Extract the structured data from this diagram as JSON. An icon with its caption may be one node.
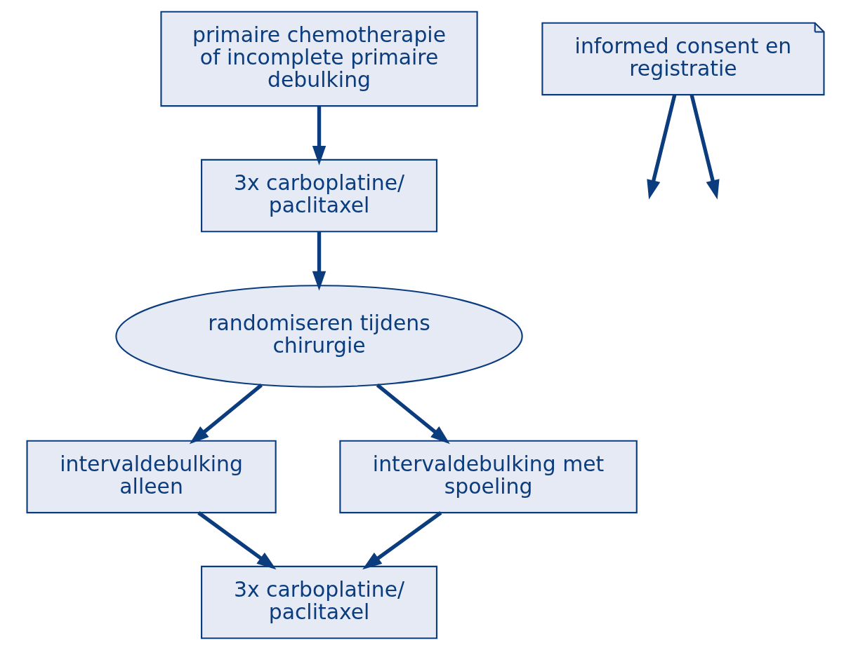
{
  "diagram": {
    "nodes": [
      {
        "text": [
          "primaire chemotherapie of incomplete primaire debulking"
        ]
      },
      {
        "text": [
          "informed consent en registratie"
        ]
      },
      {
        "text": [
          "3x carboplatine/ paclitaxel"
        ]
      },
      {
        "text": [
          "randomiseren tijdens chirurgie"
        ]
      },
      {
        "text": [
          "intervaldebulking alleen"
        ]
      },
      {
        "text": [
          "intervaldebulking met spoeling"
        ]
      },
      {
        "text": [
          "3x carboplatine/ paclitaxel"
        ]
      }
    ],
    "edges": [
      {
        "from": 0,
        "to": 2,
        "arrow": "to"
      },
      {
        "from": 1,
        "to": null,
        "arrow": "to"
      },
      {
        "from": 1,
        "to": null,
        "arrow": "to"
      },
      {
        "from": 2,
        "to": 3,
        "arrow": "to"
      },
      {
        "from": 3,
        "to": 4,
        "arrow": "to"
      },
      {
        "from": 3,
        "to": 5,
        "arrow": "to"
      },
      {
        "from": 4,
        "to": 6,
        "arrow": "to"
      },
      {
        "from": 5,
        "to": 6,
        "arrow": "to"
      }
    ]
  }
}
